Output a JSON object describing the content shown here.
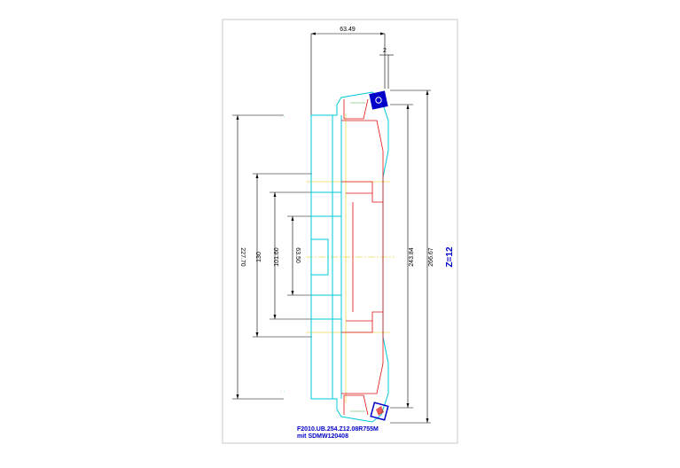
{
  "dimensions": {
    "top_width": "63.49",
    "top_small": "2",
    "d_227": "227.70",
    "d_130": "130",
    "d_101": "101.60",
    "d_63": "63.50",
    "d_243": "243.84",
    "d_266": "266.67"
  },
  "z_label": "Z=12",
  "title": {
    "line1": "F2010.UB.254.Z12.08R755M",
    "line2": "mit SDMW120408"
  },
  "colors": {
    "outline": "#00c8d8",
    "inner": "#e01010",
    "insert": "#0000c8",
    "label": "#0000c8",
    "centerline": "#e6c800"
  }
}
